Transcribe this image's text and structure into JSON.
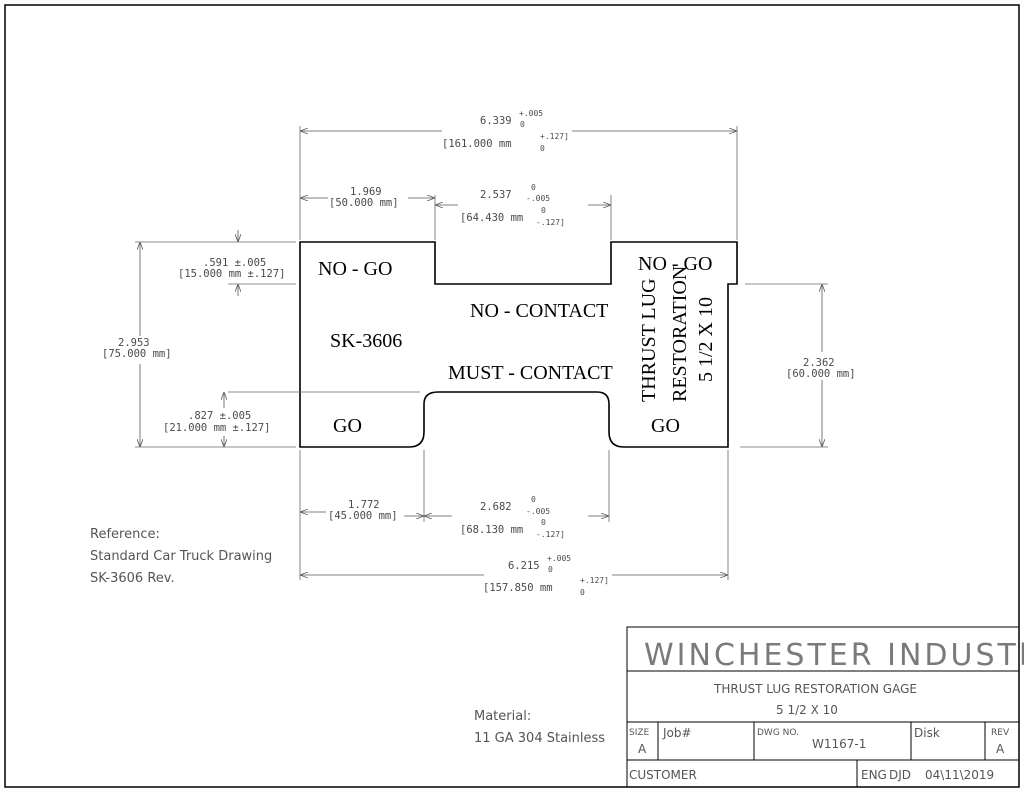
{
  "part": {
    "labels": {
      "nogo_left": "NO - GO",
      "nogo_right": "NO - GO",
      "go_left": "GO",
      "go_right": "GO",
      "no_contact": "NO - CONTACT",
      "must_contact": "MUST - CONTACT",
      "part_number": "SK-3606",
      "vertical_line1": "THRUST LUG",
      "vertical_line2": "RESTORATION",
      "vertical_line3": "5 1/2 X 10"
    }
  },
  "dimensions": {
    "overall_top": {
      "in": "6.339",
      "tol_plus": "+.005",
      "tol_minus": "0",
      "mm": "[161.000 mm",
      "mm_tol_plus": "+.127]",
      "mm_tol_minus": "0"
    },
    "left_top": {
      "in": "1.969",
      "mm": "[50.000 mm]"
    },
    "slot_top": {
      "in": "2.537",
      "tol_plus": "0",
      "tol_minus": "-.005",
      "mm": "[64.430 mm",
      "mm_tol_plus": "0",
      "mm_tol_minus": "-.127]"
    },
    "nogo_height": {
      "in": ".591 ±.005",
      "mm": "[15.000 mm ±.127]"
    },
    "total_height": {
      "in": "2.953",
      "mm": "[75.000 mm]"
    },
    "go_height": {
      "in": ".827 ±.005",
      "mm": "[21.000 mm ±.127]"
    },
    "right_height": {
      "in": "2.362",
      "mm": "[60.000 mm]"
    },
    "left_bottom": {
      "in": "1.772",
      "mm": "[45.000 mm]"
    },
    "slot_bottom": {
      "in": "2.682",
      "tol_plus": "0",
      "tol_minus": "-.005",
      "mm": "[68.130 mm",
      "mm_tol_plus": "0",
      "mm_tol_minus": "-.127]"
    },
    "overall_bottom": {
      "in": "6.215",
      "tol_plus": "+.005",
      "tol_minus": "0",
      "mm": "[157.850 mm",
      "mm_tol_plus": "+.127]",
      "mm_tol_minus": "0"
    }
  },
  "reference": {
    "line1": "Reference:",
    "line2": "Standard Car Truck Drawing",
    "line3": "SK-3606 Rev."
  },
  "material": {
    "label": "Material:",
    "value": "11 GA 304 Stainless"
  },
  "title_block": {
    "company": "WINCHESTER INDUSTRIES INC.",
    "title1": "THRUST LUG RESTORATION GAGE",
    "title2": "5 1/2 X 10",
    "size_label": "SIZE",
    "size_value": "A",
    "job_label": "Job#",
    "dwg_label": "DWG NO.",
    "dwg_value": "W1167-1",
    "disk_label": "Disk",
    "rev_label": "REV",
    "rev_value": "A",
    "customer_label": "CUSTOMER",
    "eng_label": "ENG",
    "eng_value": "DJD",
    "date": "04\\11\\2019"
  },
  "colors": {
    "outline": "#000000",
    "dimension": "#555555",
    "text_gray": "#7a7a7a"
  }
}
